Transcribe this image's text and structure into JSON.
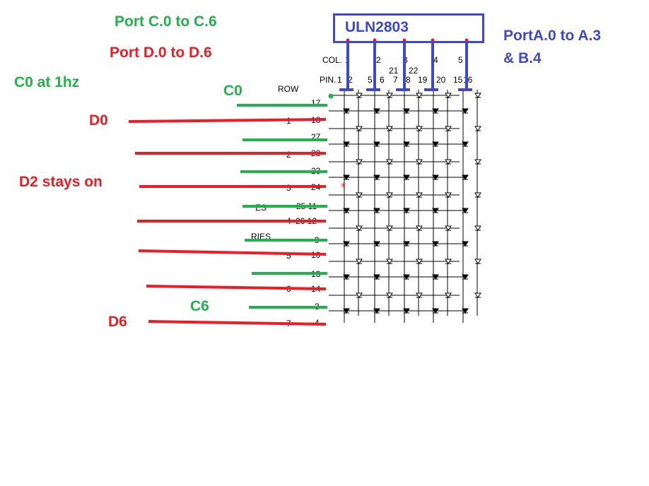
{
  "colors": {
    "green": "#22b14c",
    "red": "#ed1c24",
    "blue": "#3f48cc",
    "schematic": "#000000"
  },
  "annotations": {
    "port_c": "Port C.0 to C.6",
    "port_d": "Port D.0 to D.6",
    "c0_rate": "C0 at 1hz",
    "c0": "C0",
    "d0": "D0",
    "d2": "D2 stays on",
    "c6": "C6",
    "d6": "D6",
    "port_a_line1": "PortA.0 to A.3",
    "port_a_line2": "& B.4",
    "chip": "ULN2803"
  },
  "schematic": {
    "col_label": "COL.",
    "col_numbers": [
      "1",
      "2",
      "3",
      "4",
      "5"
    ],
    "pin_label": "PIN.",
    "pin_top_row": [
      "21",
      "22"
    ],
    "pin_numbers": [
      "1",
      "2",
      "5",
      "6",
      "7",
      "8",
      "19",
      "20",
      "15",
      "16"
    ],
    "row_label": "ROW",
    "row_pins_left": [
      "17",
      "18",
      "27",
      "28",
      "23",
      "24",
      "25 11",
      "26 12",
      "9",
      "10",
      "13",
      "14",
      "3",
      "4"
    ],
    "row_numbers": [
      "1",
      "2",
      "3",
      "4",
      "5",
      "6",
      "7"
    ],
    "side_fragments": [
      "ES",
      "RIES"
    ]
  }
}
